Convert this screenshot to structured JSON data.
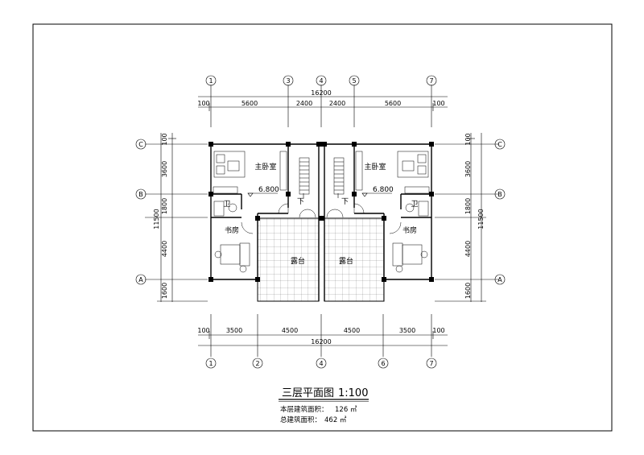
{
  "drawing": {
    "title": "三层平面图",
    "scale": "1:100",
    "floor_area_label": "本层建筑面积：",
    "floor_area_value": "126 ㎡",
    "total_area_label": "总建筑面积：",
    "total_area_value": "462 ㎡"
  },
  "axes": {
    "top": [
      "1",
      "3",
      "4",
      "5",
      "7"
    ],
    "bottom": [
      "1",
      "2",
      "4",
      "6",
      "7"
    ],
    "left": [
      "C",
      "B",
      "A"
    ],
    "right": [
      "C",
      "B",
      "A"
    ]
  },
  "dimensions": {
    "top_total": "16200",
    "top_segments": [
      "100",
      "5600",
      "2400",
      "2400",
      "5600",
      "100"
    ],
    "bottom_total": "16200",
    "bottom_segments": [
      "100",
      "3500",
      "4500",
      "4500",
      "3500",
      "100"
    ],
    "left_total": "11500",
    "left_segments": [
      "100",
      "3600",
      "1800",
      "4400",
      "1600"
    ],
    "right_total": "11500",
    "right_segments": [
      "100",
      "3600",
      "1800",
      "4400",
      "1600"
    ]
  },
  "rooms": {
    "master_bedroom": "主卧室",
    "bathroom": "卫",
    "study": "书房",
    "terrace": "露台",
    "elevation": "6.800",
    "stair_down": "下"
  }
}
